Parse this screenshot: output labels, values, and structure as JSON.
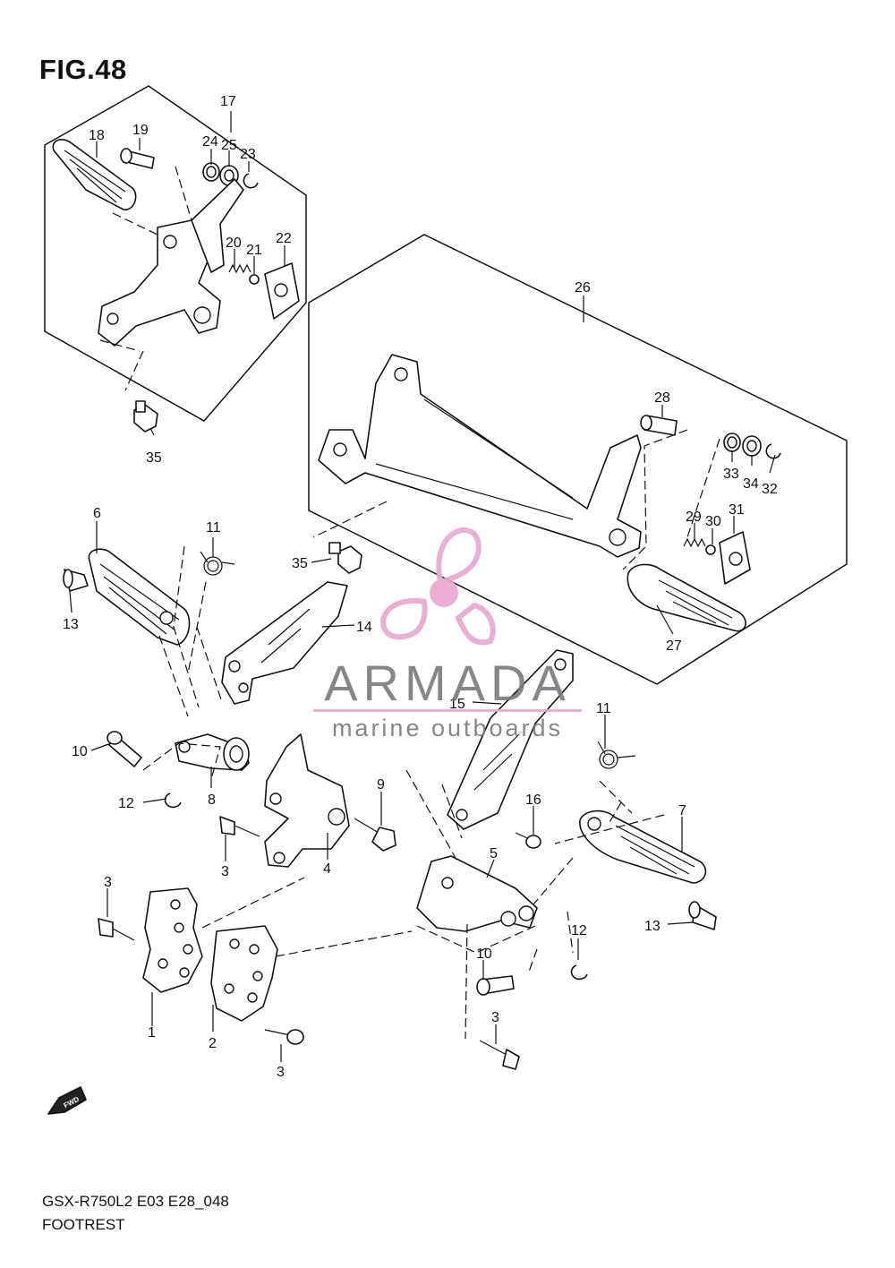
{
  "figure": {
    "title": "FIG.48"
  },
  "footer": {
    "model_code": "GSX-R750L2 E03 E28_048",
    "section_name": "FOOTREST"
  },
  "fwd_label": "FWD",
  "watermark": {
    "brand": "ARMADA",
    "tagline": "marine outboards",
    "color": "#e8a6cf"
  },
  "callouts": [
    {
      "id": "c17",
      "label": "17"
    },
    {
      "id": "c18",
      "label": "18"
    },
    {
      "id": "c19",
      "label": "19"
    },
    {
      "id": "c24",
      "label": "24"
    },
    {
      "id": "c25",
      "label": "25"
    },
    {
      "id": "c23",
      "label": "23"
    },
    {
      "id": "c20",
      "label": "20"
    },
    {
      "id": "c21",
      "label": "21"
    },
    {
      "id": "c22",
      "label": "22"
    },
    {
      "id": "c35a",
      "label": "35"
    },
    {
      "id": "c26",
      "label": "26"
    },
    {
      "id": "c28",
      "label": "28"
    },
    {
      "id": "c33",
      "label": "33"
    },
    {
      "id": "c34",
      "label": "34"
    },
    {
      "id": "c32",
      "label": "32"
    },
    {
      "id": "c29",
      "label": "29"
    },
    {
      "id": "c30",
      "label": "30"
    },
    {
      "id": "c31",
      "label": "31"
    },
    {
      "id": "c27",
      "label": "27"
    },
    {
      "id": "c6",
      "label": "6"
    },
    {
      "id": "c11a",
      "label": "11"
    },
    {
      "id": "c35b",
      "label": "35"
    },
    {
      "id": "c13a",
      "label": "13"
    },
    {
      "id": "c14",
      "label": "14"
    },
    {
      "id": "c15",
      "label": "15"
    },
    {
      "id": "c11b",
      "label": "11"
    },
    {
      "id": "c10a",
      "label": "10"
    },
    {
      "id": "c12a",
      "label": "12"
    },
    {
      "id": "c8",
      "label": "8"
    },
    {
      "id": "c9",
      "label": "9"
    },
    {
      "id": "c16",
      "label": "16"
    },
    {
      "id": "c7",
      "label": "7"
    },
    {
      "id": "c3a",
      "label": "3"
    },
    {
      "id": "c4",
      "label": "4"
    },
    {
      "id": "c5",
      "label": "5"
    },
    {
      "id": "c3b",
      "label": "3"
    },
    {
      "id": "c13b",
      "label": "13"
    },
    {
      "id": "c12b",
      "label": "12"
    },
    {
      "id": "c10b",
      "label": "10"
    },
    {
      "id": "c1",
      "label": "1"
    },
    {
      "id": "c2",
      "label": "2"
    },
    {
      "id": "c3c",
      "label": "3"
    },
    {
      "id": "c3d",
      "label": "3"
    }
  ]
}
